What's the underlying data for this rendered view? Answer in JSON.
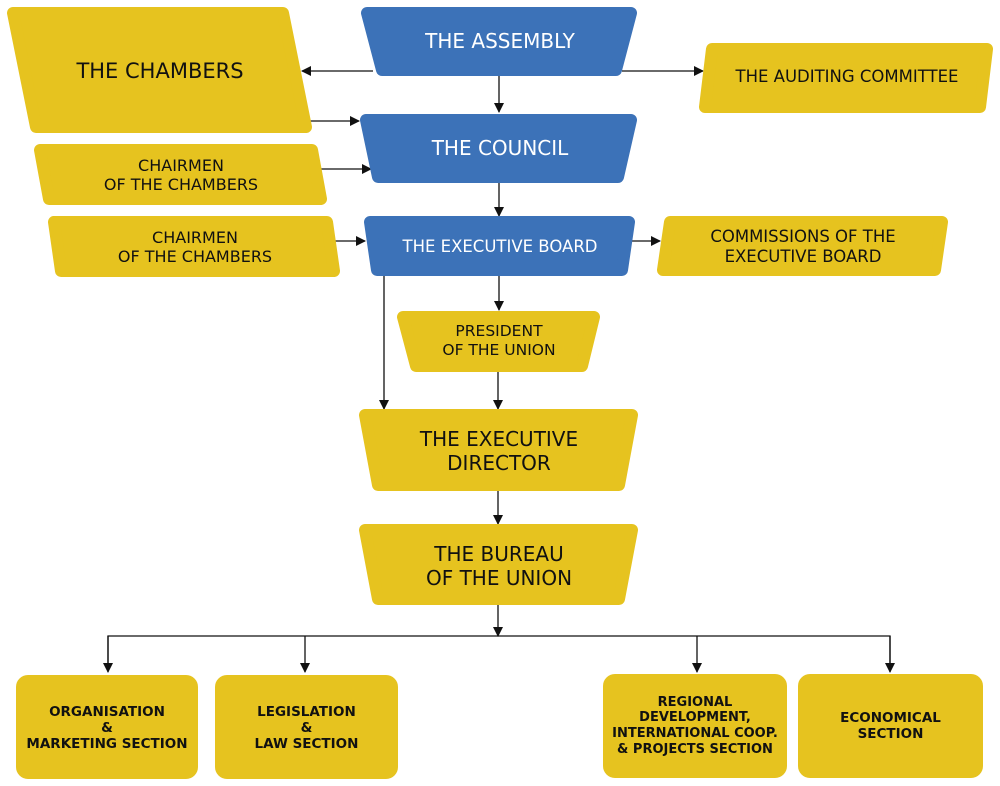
{
  "colors": {
    "blue": "#3c72b8",
    "yellow": "#e6c31f",
    "line": "#111111",
    "text_dark": "#111111",
    "text_light": "#ffffff"
  },
  "nodes": {
    "assembly": "THE ASSEMBLY",
    "chambers": "THE CHAMBERS",
    "auditing": "THE AUDITING COMMITTEE",
    "council": "THE COUNCIL",
    "chairmen1": "CHAIRMEN\nOF THE CHAMBERS",
    "chairmen2": "CHAIRMEN\nOF THE CHAMBERS",
    "executive_board": "THE EXECUTIVE BOARD",
    "commissions": "COMMISSIONS OF THE\nEXECUTIVE BOARD",
    "president": "PRESIDENT\nOF THE UNION",
    "executive_director": "THE EXECUTIVE\nDIRECTOR",
    "bureau": "THE BUREAU\nOF THE UNION",
    "organisation": "ORGANISATION\n&\nMARKETING SECTION",
    "legislation": "LEGISLATION\n&\nLAW SECTION",
    "regional": "REGIONAL\nDEVELOPMENT,\nINTERNATIONAL COOP.\n& PROJECTS SECTION",
    "economical": "ECONOMICAL\nSECTION"
  }
}
